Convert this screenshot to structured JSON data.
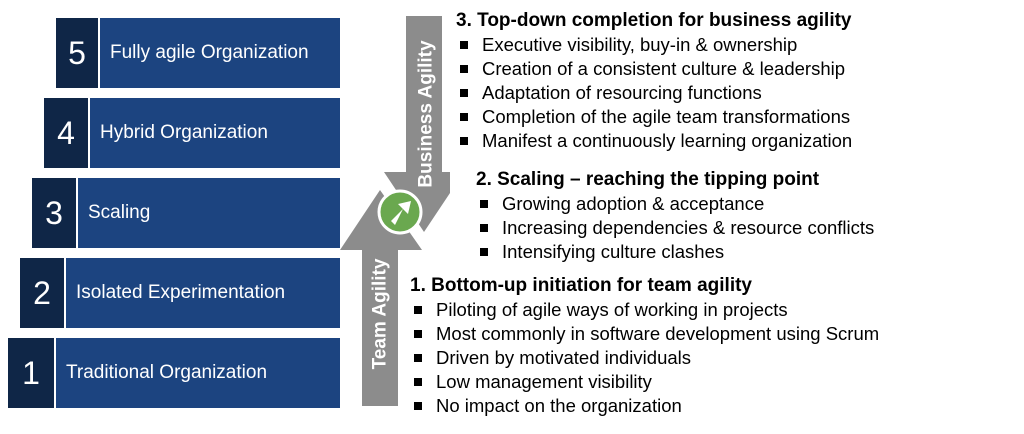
{
  "colors": {
    "level_number_bg": "#0f2647",
    "level_bar_bg": "#1c4480",
    "arrow_gray": "#8c8c8c",
    "circle_green": "#6aa84f"
  },
  "levels": [
    {
      "number": "5",
      "label": "Fully agile Organization"
    },
    {
      "number": "4",
      "label": "Hybrid Organization"
    },
    {
      "number": "3",
      "label": "Scaling"
    },
    {
      "number": "2",
      "label": "Isolated Experimentation"
    },
    {
      "number": "1",
      "label": "Traditional Organization"
    }
  ],
  "arrows": {
    "team_label": "Team Agility",
    "business_label": "Business Agility",
    "transition_icon": "diagonal-arrow-icon"
  },
  "sections": {
    "top_down": {
      "title": "3. Top-down completion for business agility",
      "items": [
        "Executive visibility, buy-in & ownership",
        "Creation of a consistent culture & leadership",
        "Adaptation of resourcing functions",
        "Completion of the agile team transformations",
        "Manifest a continuously learning organization"
      ]
    },
    "scaling": {
      "title": "2. Scaling – reaching the tipping point",
      "items": [
        "Growing adoption & acceptance",
        "Increasing dependencies & resource conflicts",
        "Intensifying culture clashes"
      ]
    },
    "bottom_up": {
      "title": "1. Bottom-up initiation for team agility",
      "items": [
        "Piloting of agile ways of working in projects",
        "Most commonly in software development using Scrum",
        "Driven by motivated individuals",
        "Low management visibility",
        "No impact on the organization"
      ]
    }
  }
}
